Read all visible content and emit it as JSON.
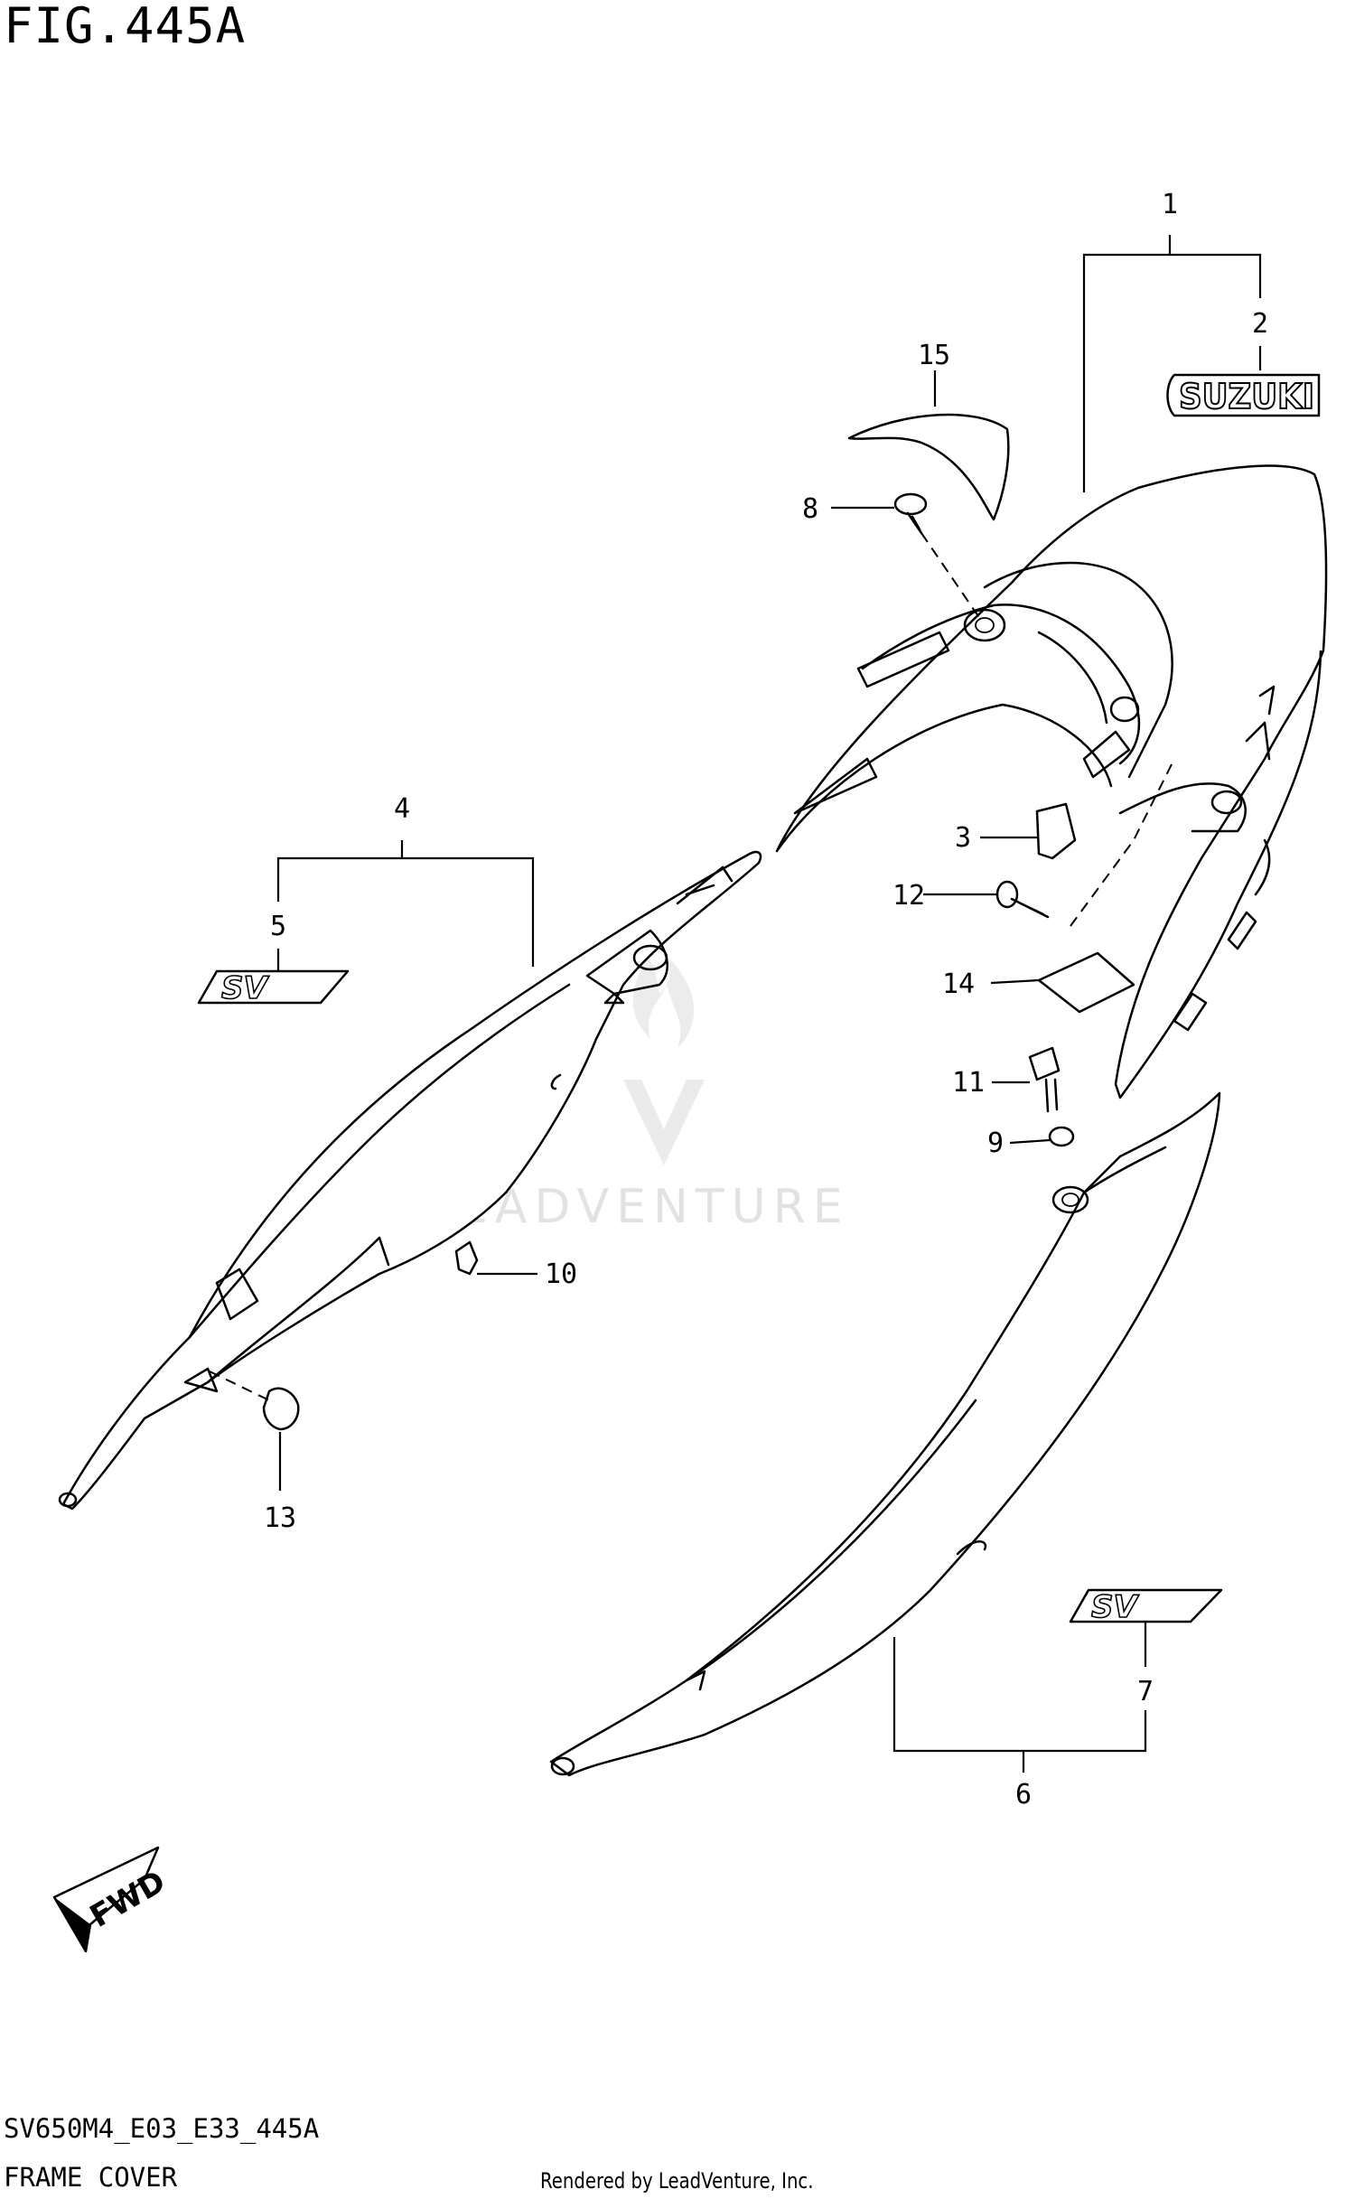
{
  "figure_title": "FIG.445A",
  "footer": {
    "diagram_code": "SV650M4_E03_E33_445A",
    "section_name": "FRAME COVER",
    "render_credit": "Rendered by LeadVenture, Inc."
  },
  "watermark": "LEADVENTURE",
  "decals": {
    "brand": "SUZUKI",
    "model_left": "SV",
    "model_right": "SV"
  },
  "fwd_label": "FWD",
  "callouts": [
    "1",
    "2",
    "3",
    "4",
    "5",
    "6",
    "7",
    "8",
    "9",
    "10",
    "11",
    "12",
    "13",
    "14",
    "15"
  ]
}
